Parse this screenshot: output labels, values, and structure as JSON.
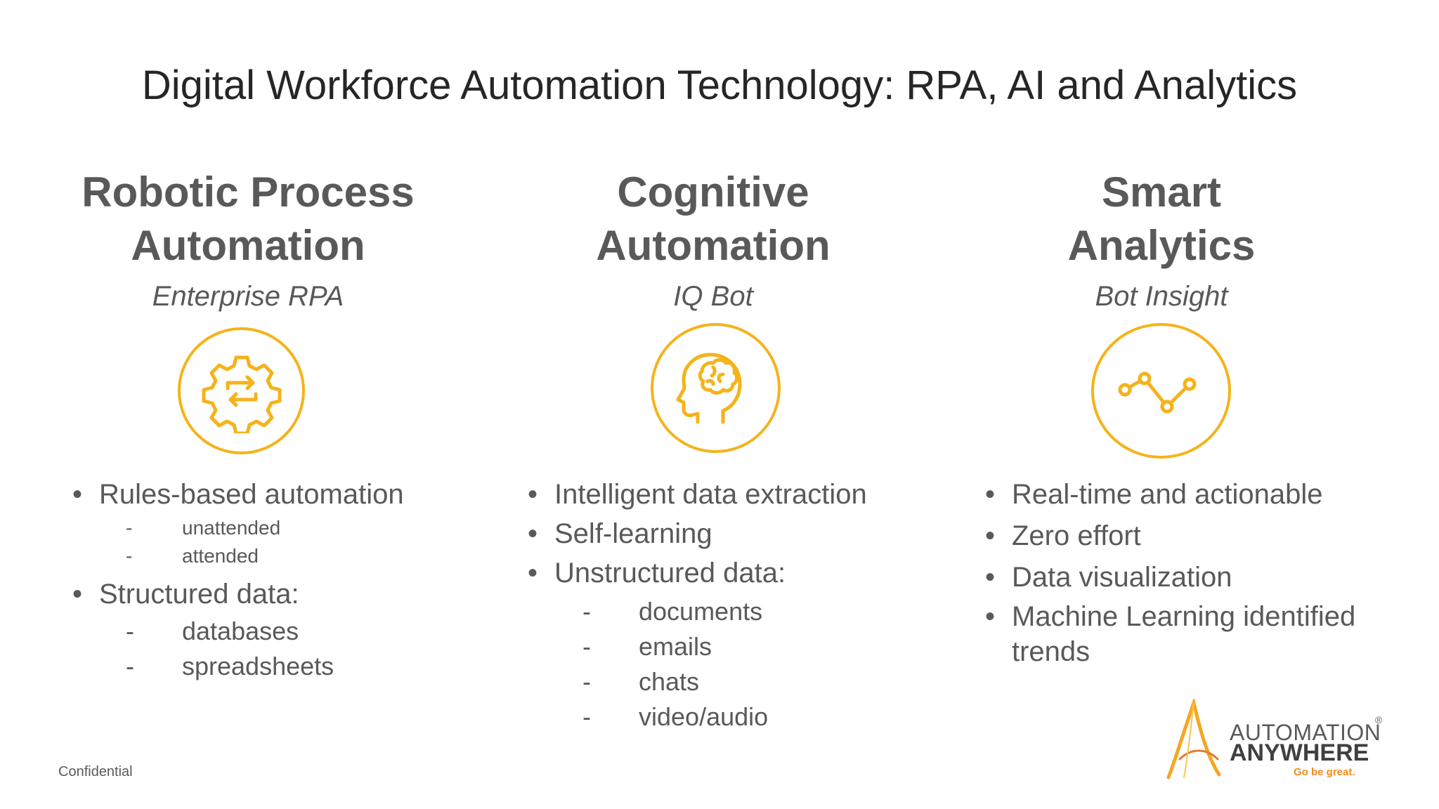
{
  "title": "Digital Workforce Automation Technology: RPA, AI and Analytics",
  "columns": [
    {
      "heading_line1": "Robotic Process",
      "heading_line2": "Automation",
      "subtitle": "Enterprise RPA",
      "icon": "gear-sync-icon",
      "bullets": [
        {
          "text": "Rules-based automation",
          "sub": [
            "unattended",
            "attended"
          ]
        },
        {
          "text": "Structured data:",
          "sub": [
            "databases",
            "spreadsheets"
          ]
        }
      ]
    },
    {
      "heading_line1": "Cognitive",
      "heading_line2": "Automation",
      "subtitle": "IQ Bot",
      "icon": "brain-head-icon",
      "bullets": [
        {
          "text": "Intelligent data extraction"
        },
        {
          "text": "Self-learning"
        },
        {
          "text": "Unstructured data:",
          "sub": [
            "documents",
            "emails",
            "chats",
            "video/audio"
          ]
        }
      ]
    },
    {
      "heading_line1": "Smart",
      "heading_line2": "Analytics",
      "subtitle": "Bot Insight",
      "icon": "line-chart-icon",
      "bullets": [
        {
          "text": "Real-time and actionable"
        },
        {
          "text": "Zero effort"
        },
        {
          "text": "Data visualization"
        },
        {
          "text": "Machine Learning identified trends"
        }
      ]
    }
  ],
  "footer": {
    "confidential": "Confidential",
    "logo_line1": "AUTOMATION",
    "logo_line2": "ANYWHERE",
    "logo_tagline": "Go be great.",
    "logo_reg": "®"
  },
  "colors": {
    "accent": "#f5b31a",
    "text": "#595959",
    "title": "#262626"
  }
}
